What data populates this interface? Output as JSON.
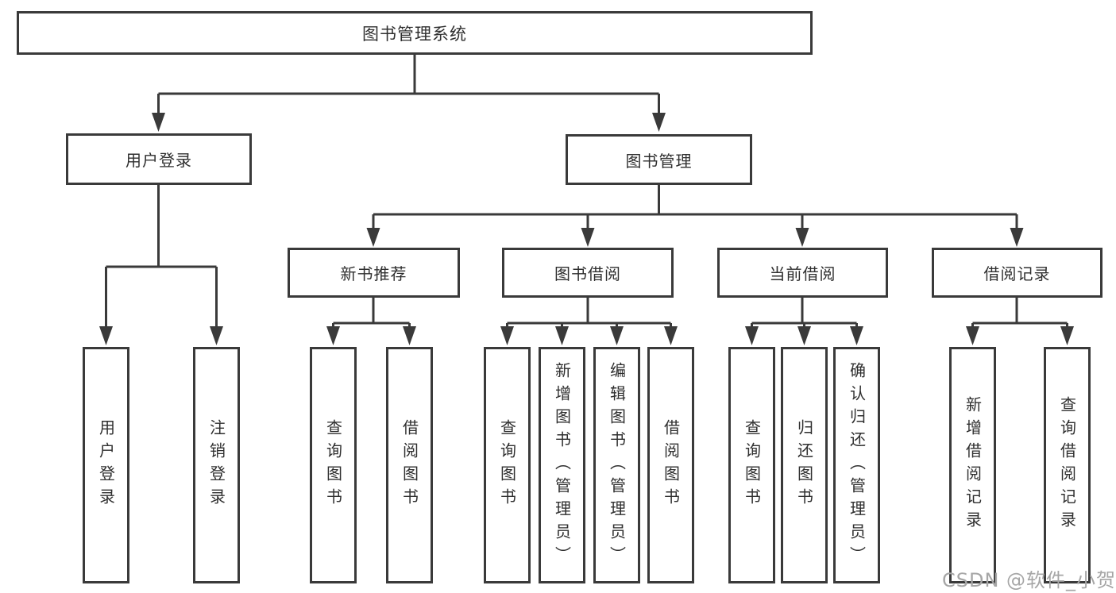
{
  "tree": {
    "label": "图书管理系统",
    "children": [
      {
        "label": "用户登录",
        "children": [
          {
            "label": "用户登录"
          },
          {
            "label": "注销登录"
          }
        ]
      },
      {
        "label": "图书管理",
        "children": [
          {
            "label": "新书推荐",
            "children": [
              {
                "label": "查询图书"
              },
              {
                "label": "借阅图书"
              }
            ]
          },
          {
            "label": "图书借阅",
            "children": [
              {
                "label": "查询图书"
              },
              {
                "label": "新增图书（管理员）"
              },
              {
                "label": "编辑图书（管理员）"
              },
              {
                "label": "借阅图书"
              }
            ]
          },
          {
            "label": "当前借阅",
            "children": [
              {
                "label": "查询图书"
              },
              {
                "label": "归还图书"
              },
              {
                "label": "确认归还（管理员）"
              }
            ]
          },
          {
            "label": "借阅记录",
            "children": [
              {
                "label": "新增借阅记录"
              },
              {
                "label": "查询借阅记录"
              }
            ]
          }
        ]
      }
    ]
  },
  "watermark": {
    "text": "CSDN @软件_小贺同学"
  },
  "colors": {
    "line": "#3a3a3a",
    "box_border": "#3a3a3a",
    "text": "#2f2f2f",
    "watermark": "#a6a6a6",
    "background": "#ffffff"
  }
}
